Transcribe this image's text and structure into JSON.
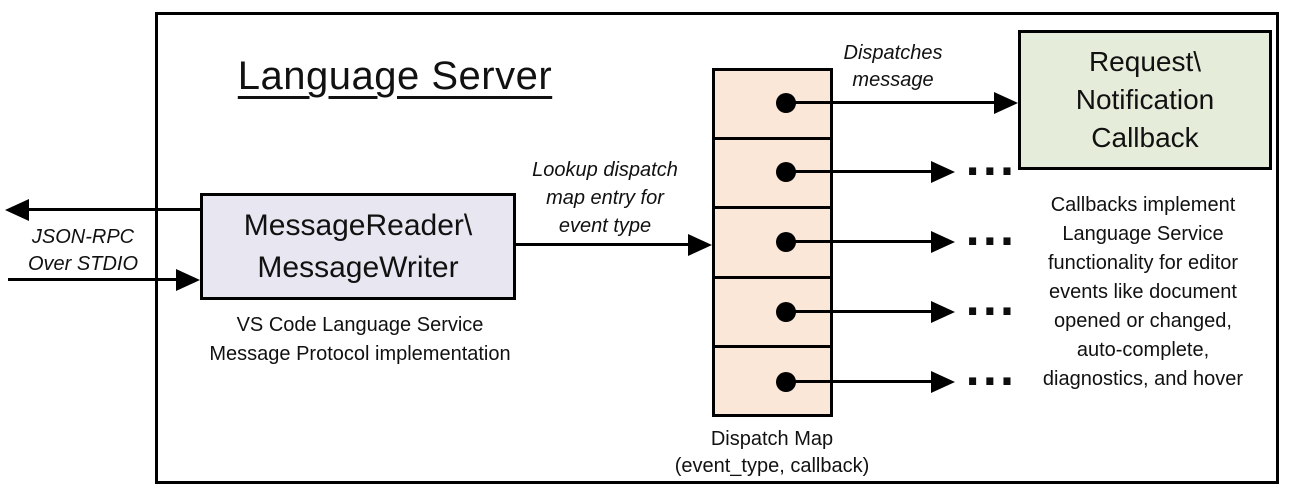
{
  "diagram": {
    "title": "Language Server",
    "io_label": "JSON-RPC\nOver STDIO",
    "message_box": {
      "label": "MessageReader\\\nMessageWriter",
      "caption": "VS Code Language Service\nMessage Protocol implementation",
      "fill": "#e8e6f0"
    },
    "lookup_label": "Lookup dispatch\nmap entry for\nevent type",
    "dispatches_label": "Dispatches\nmessage",
    "dispatch_map": {
      "caption": "Dispatch Map\n(event_type, callback)",
      "fill": "#fbe7d8",
      "row_count": "5",
      "ellipsis": "..."
    },
    "callback_box": {
      "label": "Request\\\nNotification\nCallback",
      "fill": "#e5ecd9",
      "caption": "Callbacks implement\nLanguage Service\nfunctionality for editor\nevents like document\nopened or changed,\nauto-complete,\ndiagnostics, and hover"
    },
    "colors": {
      "line": "#000000",
      "background": "#ffffff"
    }
  }
}
